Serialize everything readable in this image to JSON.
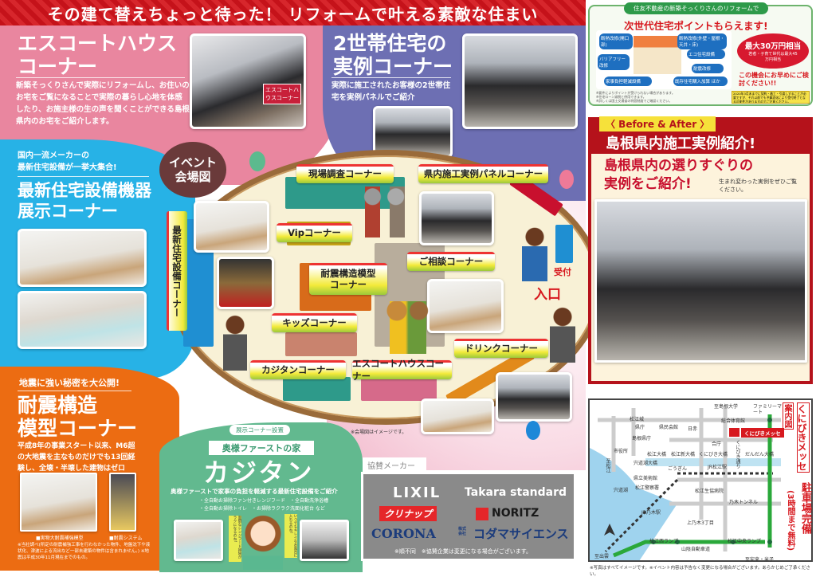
{
  "header": {
    "title": "その建て替えちょっと待った！ リフォームで叶える素敵な住まい"
  },
  "escort": {
    "title1": "エスコートハウス",
    "title2": "コーナー",
    "desc": "新築そっくりさんで実際にリフォームし、お住いのお宅をご覧になることで実際の暮らし心地を体感したり、お施主様の生の声を聞くことができる島根県内のお宅をご紹介します。",
    "sign": "エスコートハウスコーナー"
  },
  "nisetai": {
    "title1": "2世帯住宅の",
    "title2": "実例コーナー",
    "desc": "実際に施工されたお客様の2世帯住宅を実例パネルでご紹介"
  },
  "equipment": {
    "lead1": "国内一流メーカーの",
    "lead2": "最新住宅設備が一挙大集合!",
    "title1": "最新住宅設備機器",
    "title2": "展示コーナー"
  },
  "quake": {
    "lead": "地震に強い秘密を大公開!",
    "title1": "耐震構造",
    "title2": "模型コーナー",
    "desc": "平成8年の事業スタート以来、M6超の大地震を主なものだけでも13回経験し、全壊・半壊した建物はゼロ",
    "cap1": "■実物大耐震補強模型",
    "cap2": "■耐震システム",
    "note": "※当社調べ(所定の耐震補強工事を行わなかった物件、地盤沈下や液状化、津波による流出など一部未建築の物件は含まれません。) ※地震は平成30年11月現在までのもの。"
  },
  "venue": {
    "badge1": "イベント",
    "badge2": "会場図",
    "vertical_label": "最新住宅設備コーナー",
    "corners": [
      "現場調査コーナー",
      "県内施工実例パネルコーナー",
      "Vipコーナー",
      "耐震構造模型コーナー",
      "ご相談コーナー",
      "キッズコーナー",
      "ドリンクコーナー",
      "カジタンコーナー",
      "エスコートハウスコーナー"
    ],
    "reception": "受付",
    "entrance": "入口",
    "note": "※会場図はイメージです。"
  },
  "kajitan": {
    "tag": "展示コーナー設置",
    "sub": "奥様ファーストの家",
    "logo": "カジタン",
    "desc": "奥様ファーストで家事の負担を軽減する最新住宅設備をご紹介",
    "items1": "・全自動お掃除ファン付きレンジフード　・全自動洗浄浴槽",
    "items2": "・全自動お掃除トイレ　・お掃除ラクラク洗面化粧台 など",
    "bubble1": "面倒なレンジフード掃除がラクになるのね!",
    "bubble2": "いつでもキレイなお風呂に入れるのね!"
  },
  "sponsors": {
    "title": "協賛メーカー",
    "names": [
      "LIXIL",
      "Takara standard",
      "クリナップ",
      "NORITZ",
      "CORONA",
      "コダマサイエンス"
    ],
    "kodama_prefix": "株式会社",
    "note": "※順不同　※協賛企業は変更になる場合がございます。"
  },
  "points": {
    "ribbon": "住友不動産の新築そっくりさんのリフォームで",
    "title": "次世代住宅ポイントもらえます!",
    "tags": [
      "断熱改修(開口部)",
      "断熱改修(外壁・屋根・天井・床)",
      "バリアフリー改修",
      "エコ住宅設備",
      "耐震改修",
      "家事負担軽減設備",
      "既存住宅購入加算 ほか"
    ],
    "max": "最大30万円相当",
    "max_sub": "若者・子育て世代は最大45万円相当",
    "cta": "この機会にお早めにご検討ください!!",
    "fine1": "※要件によりポイントが受けられない場合があります。",
    "fine2": "※住宅ローン減税と併用できます。",
    "fine3": "※詳しくは国土交通省の特設制度でご確認ください。",
    "yellow_note": "2020年3月末までに契約・着工・引渡しすることが必要ですが、それ以前でも予算消化により受付終了となる可能性がありますのでご注意ください。"
  },
  "beforeafter": {
    "tag": "〈 Before & After 〉",
    "title": "島根県内施工実例紹介!",
    "sub1": "島根県内の選りすぐりの",
    "sub2": "実例をご紹介!",
    "desc": "生まれ変わった実例をぜひご覧ください。"
  },
  "map": {
    "venue": "くにびきメッセ",
    "side1": "案内図",
    "side2": "くにびきメッセ",
    "side3": "駐車場完備",
    "side4": "(3時間まで無料)",
    "places": [
      "松江城",
      "県庁",
      "県民会館",
      "日赤",
      "島根県庁",
      "市役所",
      "合庁",
      "総合体育館",
      "ファミリーマート",
      "至島根大学",
      "松江大橋",
      "松江新大橋",
      "くにびき大橋",
      "だんだん大橋",
      "宍道湖大橋",
      "ごうぎん",
      "JR松江駅",
      "県立美術館",
      "松江警察署",
      "松江生協病院",
      "乃木トンネル",
      "JR乃木駅",
      "上乃木3丁目",
      "宍道湖",
      "至出雲",
      "松江西ランプ",
      "松江中央ランプ",
      "山陰自動車道",
      "至安来・米子",
      "くにびき通り",
      "至松江"
    ]
  },
  "footer": {
    "note": "※写真はすべてイメージです。※イベント内容は予告なく変更になる場合がございます。あらかじめご了承ください。"
  },
  "colors": {
    "red": "#d7191f",
    "pink": "#e9869f",
    "purple": "#6d6fb3",
    "blue": "#27b2e6",
    "orange": "#ec6c12",
    "green": "#62b98f",
    "gray": "#8a8a8a"
  }
}
